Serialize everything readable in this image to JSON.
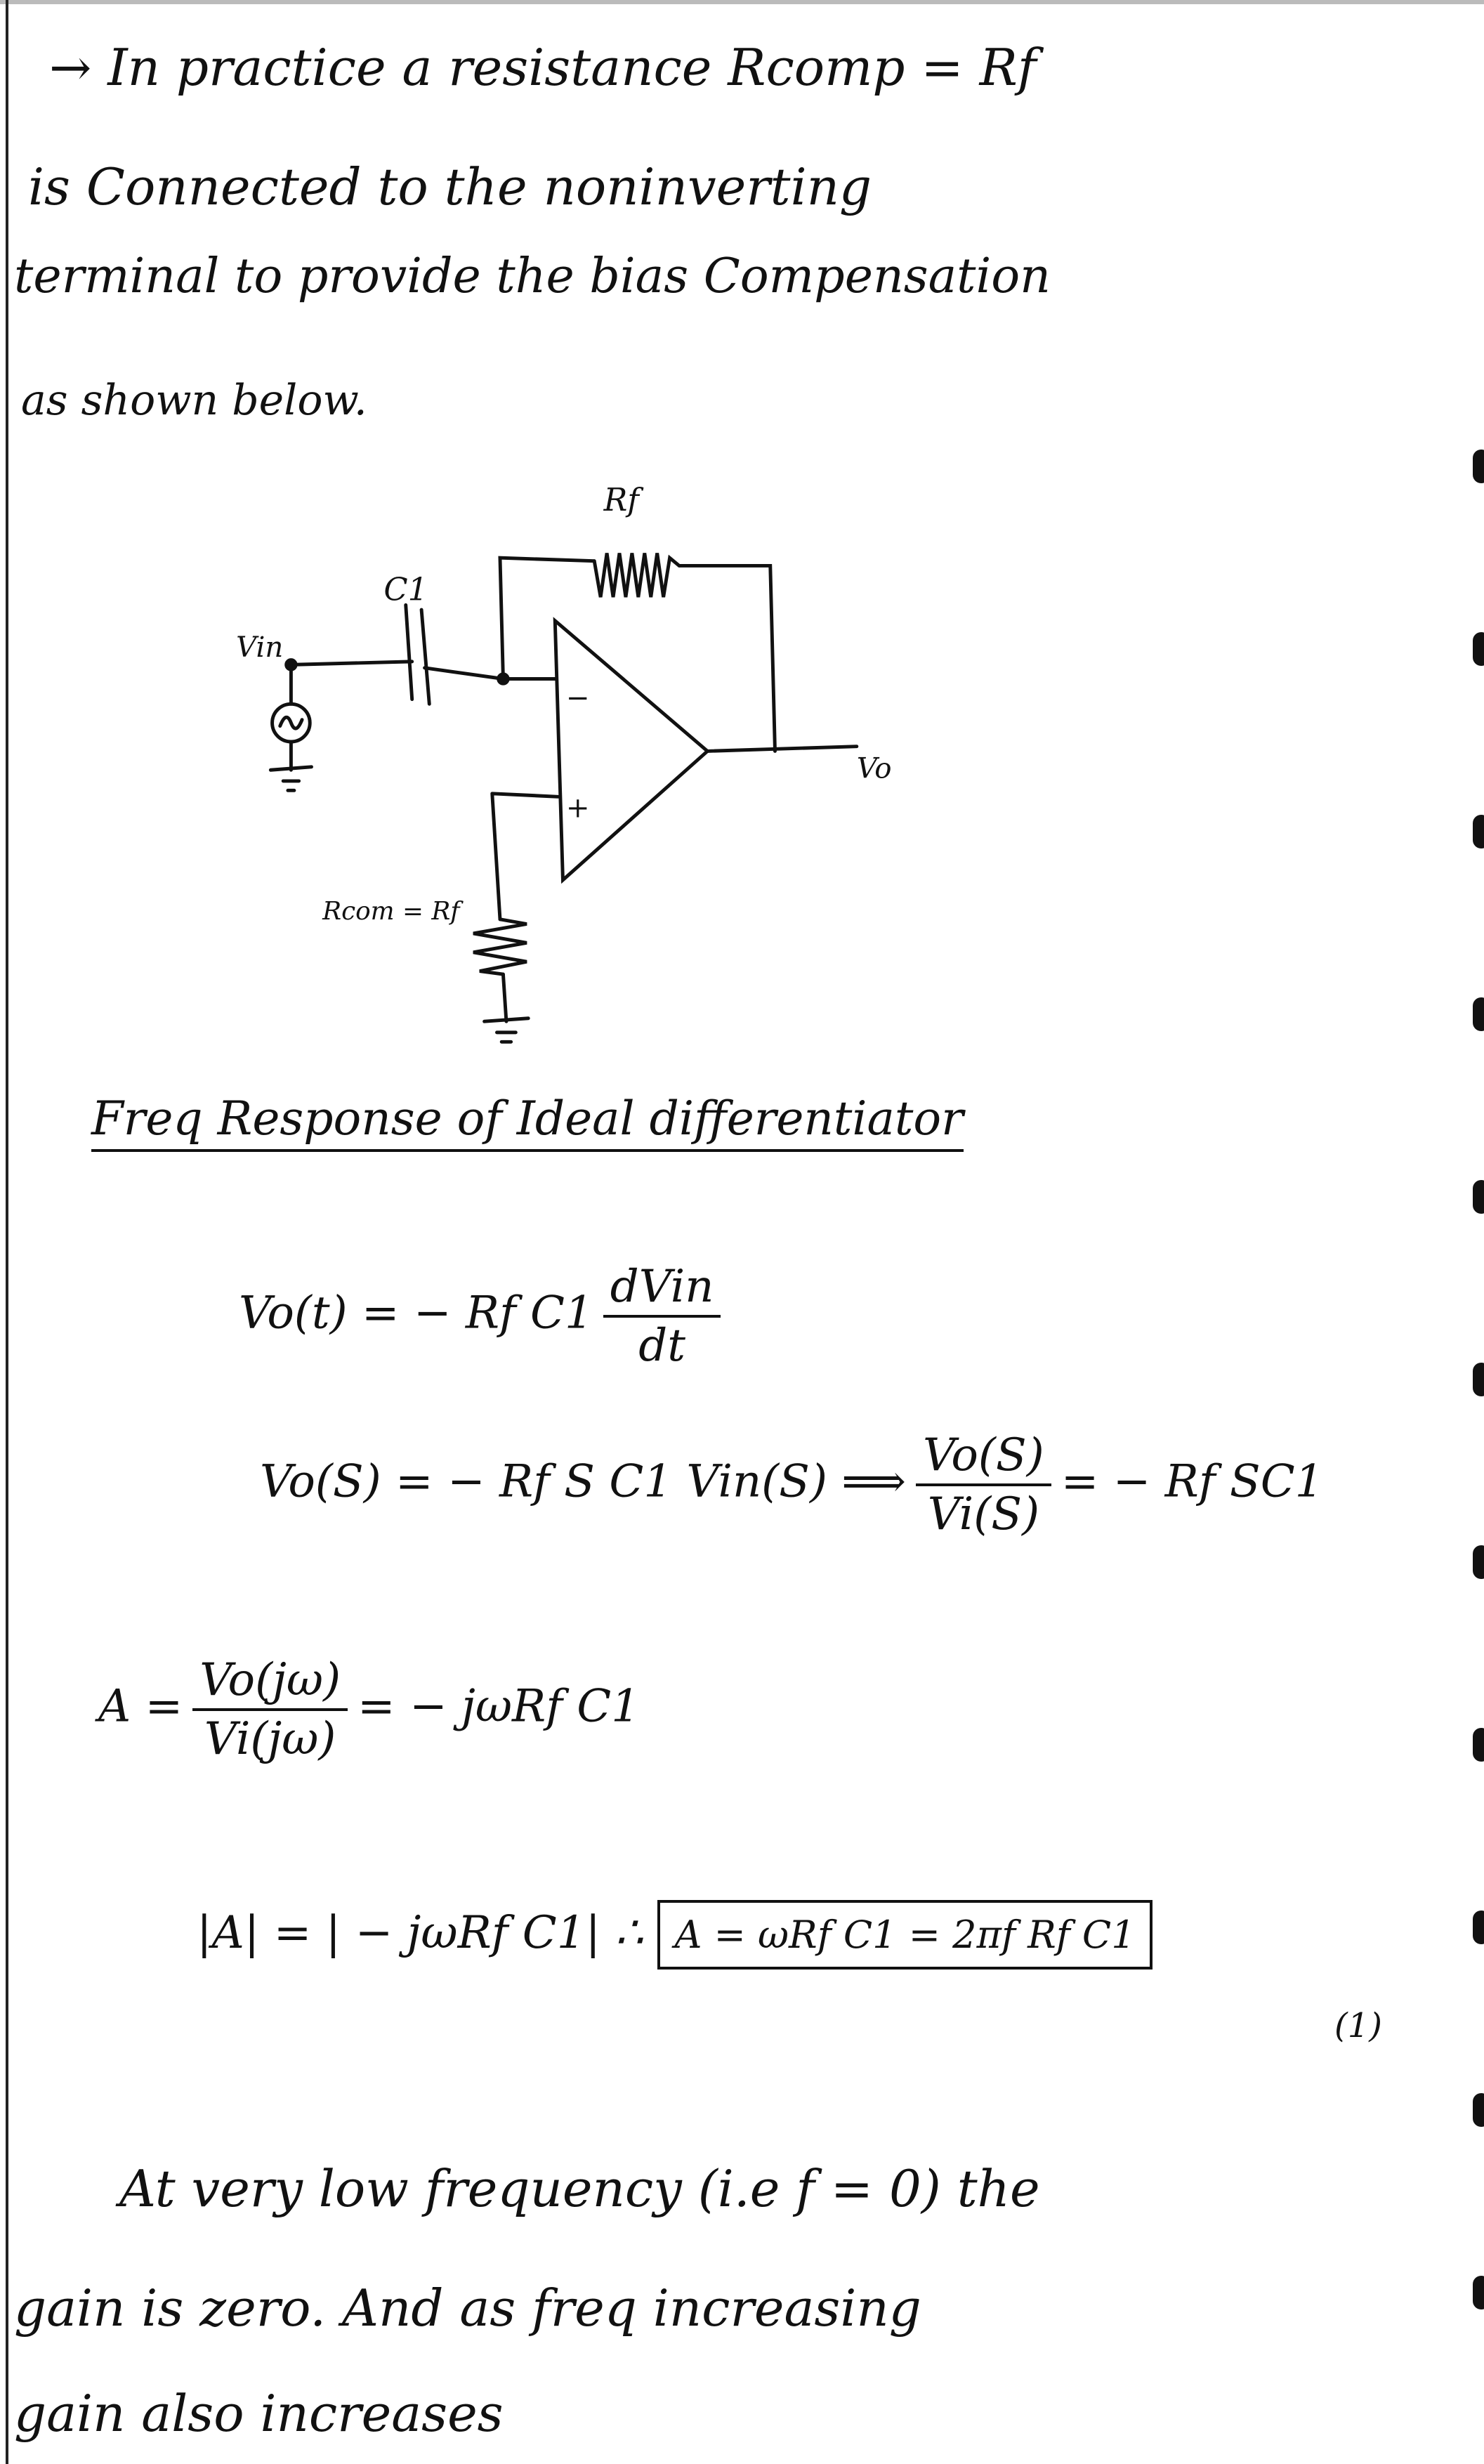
{
  "text": {
    "line1": "→ In practice a resistance Rcomp = Rf",
    "line2": "is Connected to the noninverting",
    "line3": "terminal to provide the bias Compensation",
    "line4": "as shown below."
  },
  "circuit": {
    "vin_label": "Vin",
    "c1_label": "C1",
    "rf_label": "Rf",
    "minus_label": "−",
    "plus_label": "+",
    "vo_label": "Vo",
    "rcom_label": "Rcom = Rf"
  },
  "section_title": "Freq Response of Ideal differentiator",
  "equations": {
    "eq1_lhs": "Vo(t) = − Rf C1",
    "eq1_num": "dVin",
    "eq1_den": "dt",
    "eq2_lhs": "Vo(S) = − Rf S C1 Vin(S)  ⟹",
    "eq2_num": "Vo(S)",
    "eq2_den": "Vi(S)",
    "eq2_rhs": "= − Rf SC1",
    "eq3_lhs": "A =",
    "eq3_num": "Vo(jω)",
    "eq3_den": "Vi(jω)",
    "eq3_rhs": "= − jωRf C1",
    "eq4_lhs": "|A| = | − jωRf C1|   ∴",
    "eq4_box": "A = ωRf C1 = 2πf Rf C1",
    "eq4_tag": "(1)"
  },
  "conclusion": {
    "line1": "At very low frequency (i.e f = 0) the",
    "line2": "gain is zero. And as freq increasing",
    "line3": "gain also increases"
  }
}
